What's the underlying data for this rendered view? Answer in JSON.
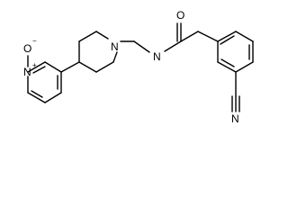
{
  "structure": {
    "atoms": {
      "carbonyl_oxygen": "O",
      "amide_nitrogen": "N",
      "piperidine_nitrogen": "N",
      "pyridine_nitrogen": "N",
      "pyridine_n_charge": "+",
      "n_oxide_oxygen": "O",
      "n_oxide_charge": "−",
      "nitrile_nitrogen": "N"
    }
  }
}
